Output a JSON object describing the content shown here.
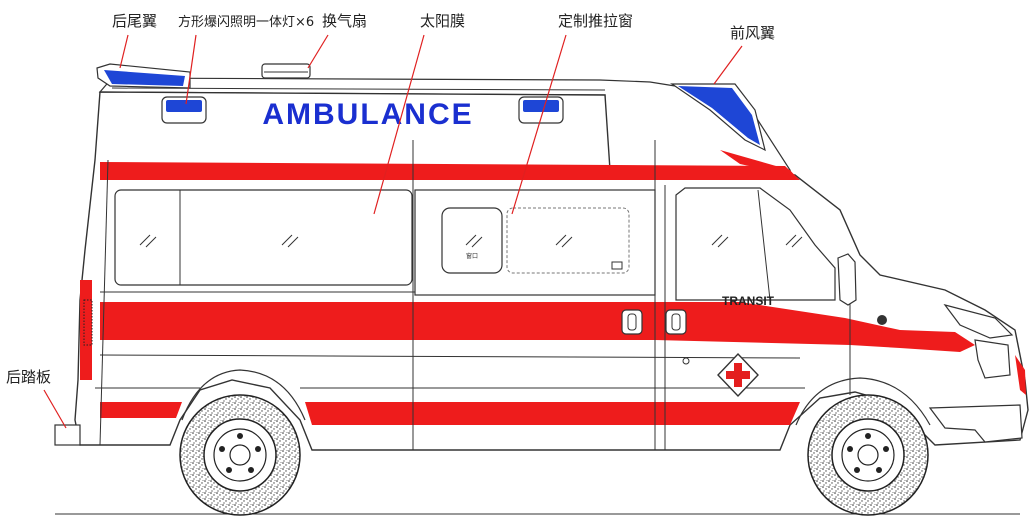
{
  "labels": {
    "rear_spoiler": "后尾翼",
    "warning_lights": "方形爆闪照明一体灯×6",
    "ventilation_fan": "换气扇",
    "sun_film": "太阳膜",
    "sliding_window": "定制推拉窗",
    "front_spoiler": "前风翼",
    "rear_step": "后踏板"
  },
  "vehicle": {
    "side_text": "AMBULANCE",
    "model_badge": "TRANSIT",
    "window_small_text": "窗口"
  },
  "colors": {
    "stripe_red": "#ee1c1c",
    "light_blue": "#1e46d6",
    "outline": "#333333",
    "text_blue": "#1a2fd0",
    "cross_red": "#e41e1e"
  }
}
